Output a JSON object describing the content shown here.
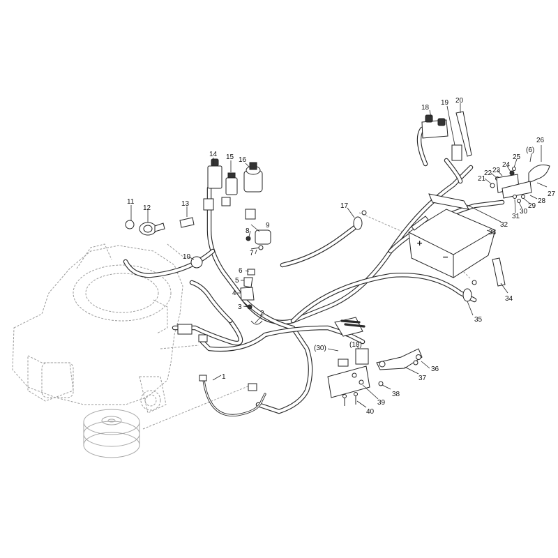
{
  "callouts": [
    {
      "id": "c1",
      "text": "1"
    },
    {
      "id": "c2",
      "text": "2"
    },
    {
      "id": "c3",
      "text": "3"
    },
    {
      "id": "c4",
      "text": "4"
    },
    {
      "id": "c5",
      "text": "5"
    },
    {
      "id": "c6",
      "text": "6"
    },
    {
      "id": "c7",
      "text": "7"
    },
    {
      "id": "c8",
      "text": "8"
    },
    {
      "id": "c9",
      "text": "9"
    },
    {
      "id": "c10",
      "text": "10"
    },
    {
      "id": "c11",
      "text": "11"
    },
    {
      "id": "c12",
      "text": "12"
    },
    {
      "id": "c13",
      "text": "13"
    },
    {
      "id": "c14",
      "text": "14"
    },
    {
      "id": "c15",
      "text": "15"
    },
    {
      "id": "c16",
      "text": "16"
    },
    {
      "id": "c17",
      "text": "17"
    },
    {
      "id": "c18",
      "text": "18"
    },
    {
      "id": "c19",
      "text": "19"
    },
    {
      "id": "c20",
      "text": "20"
    },
    {
      "id": "c21",
      "text": "21"
    },
    {
      "id": "c22",
      "text": "22"
    },
    {
      "id": "c23",
      "text": "23"
    },
    {
      "id": "c24",
      "text": "24"
    },
    {
      "id": "c25",
      "text": "25"
    },
    {
      "id": "c6b",
      "text": "(6)"
    },
    {
      "id": "c26",
      "text": "26"
    },
    {
      "id": "c27",
      "text": "27"
    },
    {
      "id": "c28",
      "text": "28"
    },
    {
      "id": "c29",
      "text": "29"
    },
    {
      "id": "c30",
      "text": "30"
    },
    {
      "id": "c31",
      "text": "31"
    },
    {
      "id": "c32",
      "text": "32"
    },
    {
      "id": "c33",
      "text": "33"
    },
    {
      "id": "c34",
      "text": "34"
    },
    {
      "id": "c35",
      "text": "35"
    },
    {
      "id": "c30b",
      "text": "(30)"
    },
    {
      "id": "c18b",
      "text": "(18)"
    },
    {
      "id": "c36",
      "text": "36"
    },
    {
      "id": "c37",
      "text": "37"
    },
    {
      "id": "c38",
      "text": "38"
    },
    {
      "id": "c39",
      "text": "39"
    },
    {
      "id": "c40",
      "text": "40"
    }
  ],
  "battery": {
    "plus": "+",
    "minus": "−"
  }
}
